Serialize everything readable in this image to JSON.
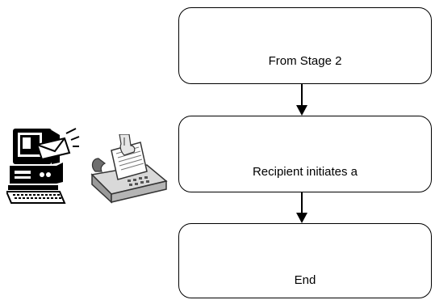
{
  "flowchart": {
    "stages": [
      {
        "label": "From Stage 2"
      },
      {
        "label": "Recipient initiates a"
      },
      {
        "label": "End"
      }
    ]
  },
  "clipart": {
    "computer": {
      "icon": "computer-email-icon"
    },
    "fax": {
      "icon": "fax-machine-icon"
    }
  },
  "colors": {
    "stroke": "#000000",
    "background": "#ffffff"
  }
}
